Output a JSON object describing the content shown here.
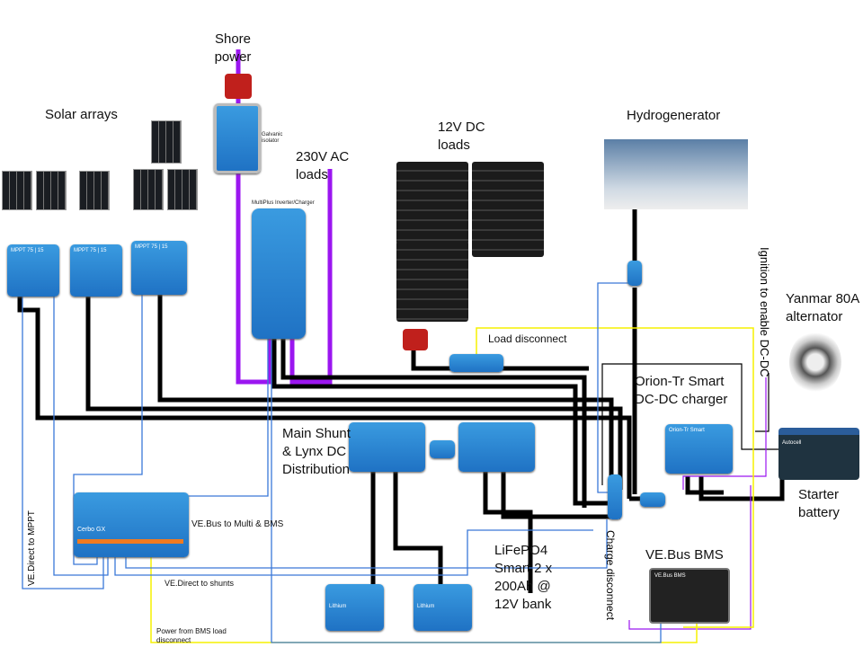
{
  "labels": {
    "shore_power": "Shore power",
    "solar_arrays": "Solar arrays",
    "ac_loads": "230V AC loads",
    "dc_loads": "12V DC loads",
    "hydrogenerator": "Hydrogenerator",
    "ignition": "Ignition to enable DC-DC",
    "alternator": "Yanmar 80A alternator",
    "orion": "Orion-Tr Smart DC-DC charger",
    "starter_battery": "Starter battery",
    "load_disconnect": "Load disconnect",
    "lynx": "Main Shunt & Lynx DC Distribution",
    "lifepo4": "LiFePO4 Smart 2 x 200Ah @ 12V bank",
    "charge_disconnect": "Charge disconnect",
    "ve_bus_bms": "VE.Bus BMS",
    "ve_bus_multi": "VE.Bus to Multi & BMS",
    "ve_direct_shunts": "VE.Direct to shunts",
    "ve_direct_mppt": "VE.Direct to MPPT",
    "power_from_bms": "Power from BMS load disconnect",
    "galvanic_isolator": "Galvanic isolator",
    "multiplus": "MultiPlus Inverter/Charger"
  },
  "device_text": {
    "cerbo": "Cerbo GX",
    "mppt": "MPPT 75 | 15",
    "orion_small": "Orion-Tr Smart",
    "bms_small": "VE.Bus BMS",
    "battery_small": "Lithium",
    "starter_brand": "Autocell"
  },
  "colors": {
    "dc_cable": "#000000",
    "ac_cable": "#9b16f0",
    "comm_cable": "#3a78d8",
    "signal_cable": "#f5f000",
    "device_blue": "#2a86d6"
  }
}
